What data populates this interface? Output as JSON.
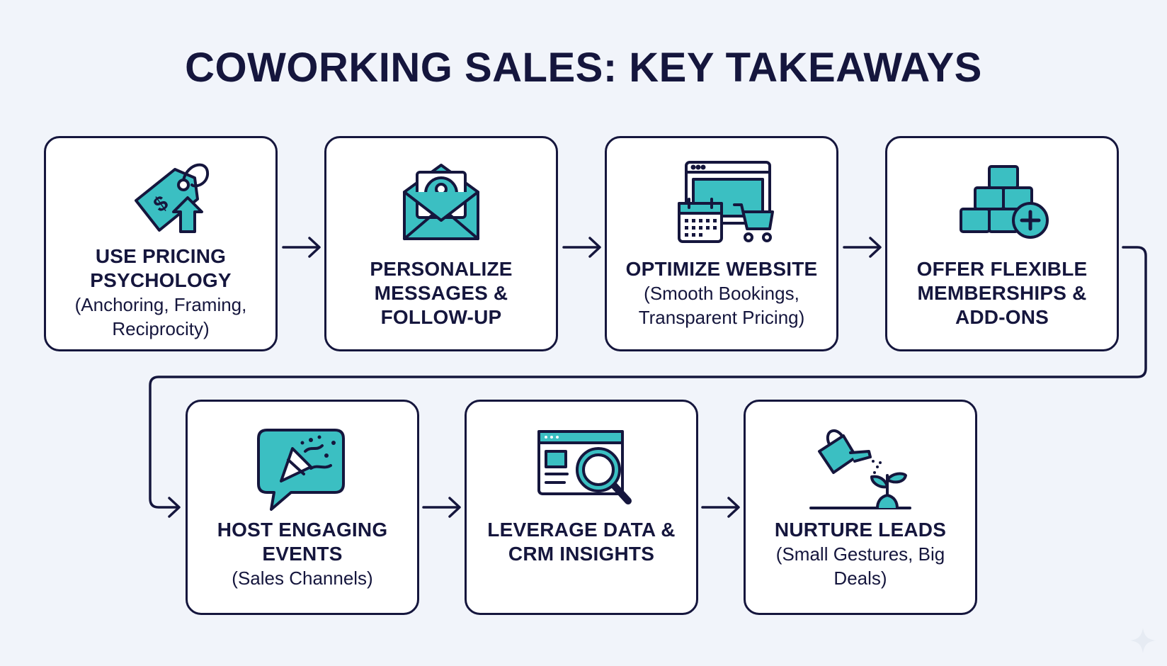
{
  "title": "COWORKING SALES: KEY TAKEAWAYS",
  "colors": {
    "navy": "#15163d",
    "teal": "#3bbfc2",
    "background": "#f1f4fa"
  },
  "steps": [
    {
      "heading": "USE PRICING PSYCHOLOGY",
      "detail": "(Anchoring, Framing, Reciprocity)",
      "icon": "price-tag-up-icon"
    },
    {
      "heading": "PERSONALIZE MESSAGES & FOLLOW-UP",
      "detail": "",
      "icon": "envelope-person-icon"
    },
    {
      "heading": "OPTIMIZE WEBSITE",
      "detail": "(Smooth Bookings, Transparent Pricing)",
      "icon": "website-calendar-cart-icon"
    },
    {
      "heading": "OFFER FLEXIBLE MEMBERSHIPS & ADD-ONS",
      "detail": "",
      "icon": "blocks-plus-icon"
    },
    {
      "heading": "HOST ENGAGING EVENTS",
      "detail": "(Sales Channels)",
      "icon": "party-chat-icon"
    },
    {
      "heading": "LEVERAGE DATA & CRM INSIGHTS",
      "detail": "",
      "icon": "browser-magnifier-icon"
    },
    {
      "heading": "NURTURE LEADS",
      "detail": "(Small Gestures, Big Deals)",
      "icon": "watering-plant-icon"
    }
  ]
}
